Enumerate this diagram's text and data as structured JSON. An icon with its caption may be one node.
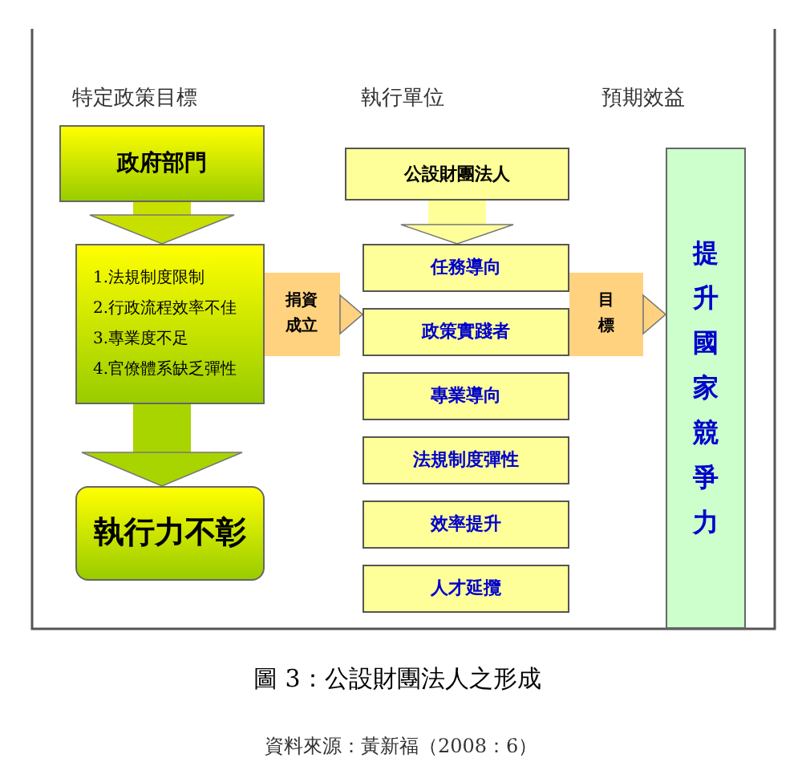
{
  "diagram": {
    "caption": "圖 3：公設財團法人之形成",
    "nodes": [
      {
        "text": [
          "政府部門"
        ]
      },
      {
        "text": [
          "1.法規制度限制",
          "2.行政流程效率不佳",
          "3.專業度不足",
          "4.官僚體系缺乏彈性"
        ]
      },
      {
        "text": [
          "執行力不彰"
        ]
      },
      {
        "text": [
          "公設財團法人"
        ]
      },
      {
        "text": [
          "任務導向"
        ]
      },
      {
        "text": [
          "政策實踐者"
        ]
      },
      {
        "text": [
          "專業導向"
        ]
      },
      {
        "text": [
          "法規制度彈性"
        ]
      },
      {
        "text": [
          "效率提升"
        ]
      },
      {
        "text": [
          "人才延攬"
        ]
      },
      {
        "text": [
          "提升國家競爭力"
        ]
      }
    ],
    "edges": [
      {
        "from": 0,
        "to": 1,
        "arrow": "to",
        "color": "#c8e000"
      },
      {
        "from": 1,
        "to": 2,
        "arrow": "to",
        "color": "#a8d400"
      },
      {
        "from": 1,
        "to": 5,
        "arrow": "to",
        "label": "捐資成立",
        "color": "#ffd27f"
      },
      {
        "from": 3,
        "to": 4,
        "arrow": "to",
        "color": "#ffff99"
      },
      {
        "from": 5,
        "to": 10,
        "arrow": "to",
        "label": "目標",
        "color": "#ffd27f"
      }
    ],
    "labels": [
      "特定政策目標",
      "執行單位",
      "預期效益",
      "資料來源：黃新福（2008：6）"
    ]
  }
}
